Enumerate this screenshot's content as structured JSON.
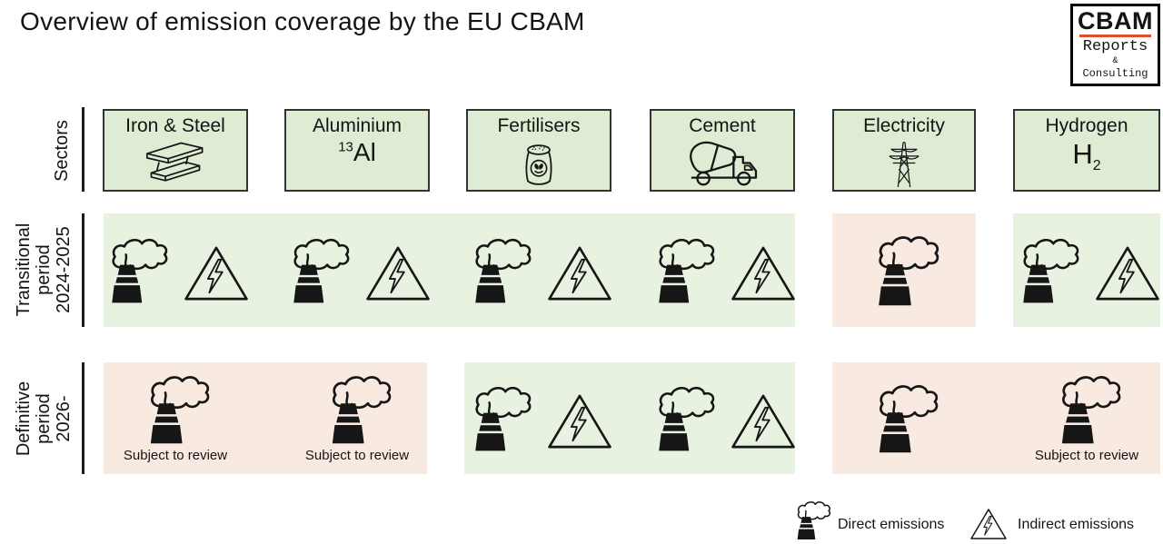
{
  "title": "Overview of emission coverage by the EU CBAM",
  "logo": {
    "name": "CBAM",
    "line2": "Reports",
    "line3": "&",
    "line4": "Consulting",
    "accent_color": "#dd4f2a"
  },
  "axis": {
    "sectors_label": "Sectors",
    "transitional_lines": [
      "Transitional",
      "period",
      "2024-2025"
    ],
    "definitive_lines": [
      "Definitive",
      "period",
      "2026-"
    ]
  },
  "colors": {
    "sector_box_green": "#ddecd3",
    "covered_green_band": "#e7f2e0",
    "partial_pink_band": "#f9eae1",
    "icon_black": "#161616"
  },
  "sectors": [
    {
      "label": "Iron & Steel",
      "icon": "i-beam-icon"
    },
    {
      "label": "Aluminium",
      "icon": "aluminium-symbol"
    },
    {
      "label": "Fertilisers",
      "icon": "fertiliser-sack-icon"
    },
    {
      "label": "Cement",
      "icon": "cement-truck-icon"
    },
    {
      "label": "Electricity",
      "icon": "pylon-icon"
    },
    {
      "label": "Hydrogen",
      "icon": "hydrogen-symbol"
    }
  ],
  "symbols": {
    "aluminium": {
      "sup": "13",
      "symbol": "Al"
    },
    "hydrogen": {
      "symbol": "H",
      "sub": "2"
    }
  },
  "coverage": {
    "transitional": [
      {
        "sector": "iron-steel",
        "direct": true,
        "indirect": true
      },
      {
        "sector": "aluminium",
        "direct": true,
        "indirect": true
      },
      {
        "sector": "fertilisers",
        "direct": true,
        "indirect": true
      },
      {
        "sector": "cement",
        "direct": true,
        "indirect": true
      },
      {
        "sector": "electricity",
        "direct": true,
        "indirect": false
      },
      {
        "sector": "hydrogen",
        "direct": true,
        "indirect": true
      }
    ],
    "definitive": [
      {
        "sector": "iron-steel",
        "direct": true,
        "indirect": false,
        "note": "Subject to review"
      },
      {
        "sector": "aluminium",
        "direct": true,
        "indirect": false,
        "note": "Subject to review"
      },
      {
        "sector": "fertilisers",
        "direct": true,
        "indirect": true
      },
      {
        "sector": "cement",
        "direct": true,
        "indirect": true
      },
      {
        "sector": "electricity",
        "direct": true,
        "indirect": false
      },
      {
        "sector": "hydrogen",
        "direct": true,
        "indirect": false,
        "note": "Subject to review"
      }
    ]
  },
  "legend": {
    "direct_label": "Direct emissions",
    "indirect_label": "Indirect emissions"
  }
}
